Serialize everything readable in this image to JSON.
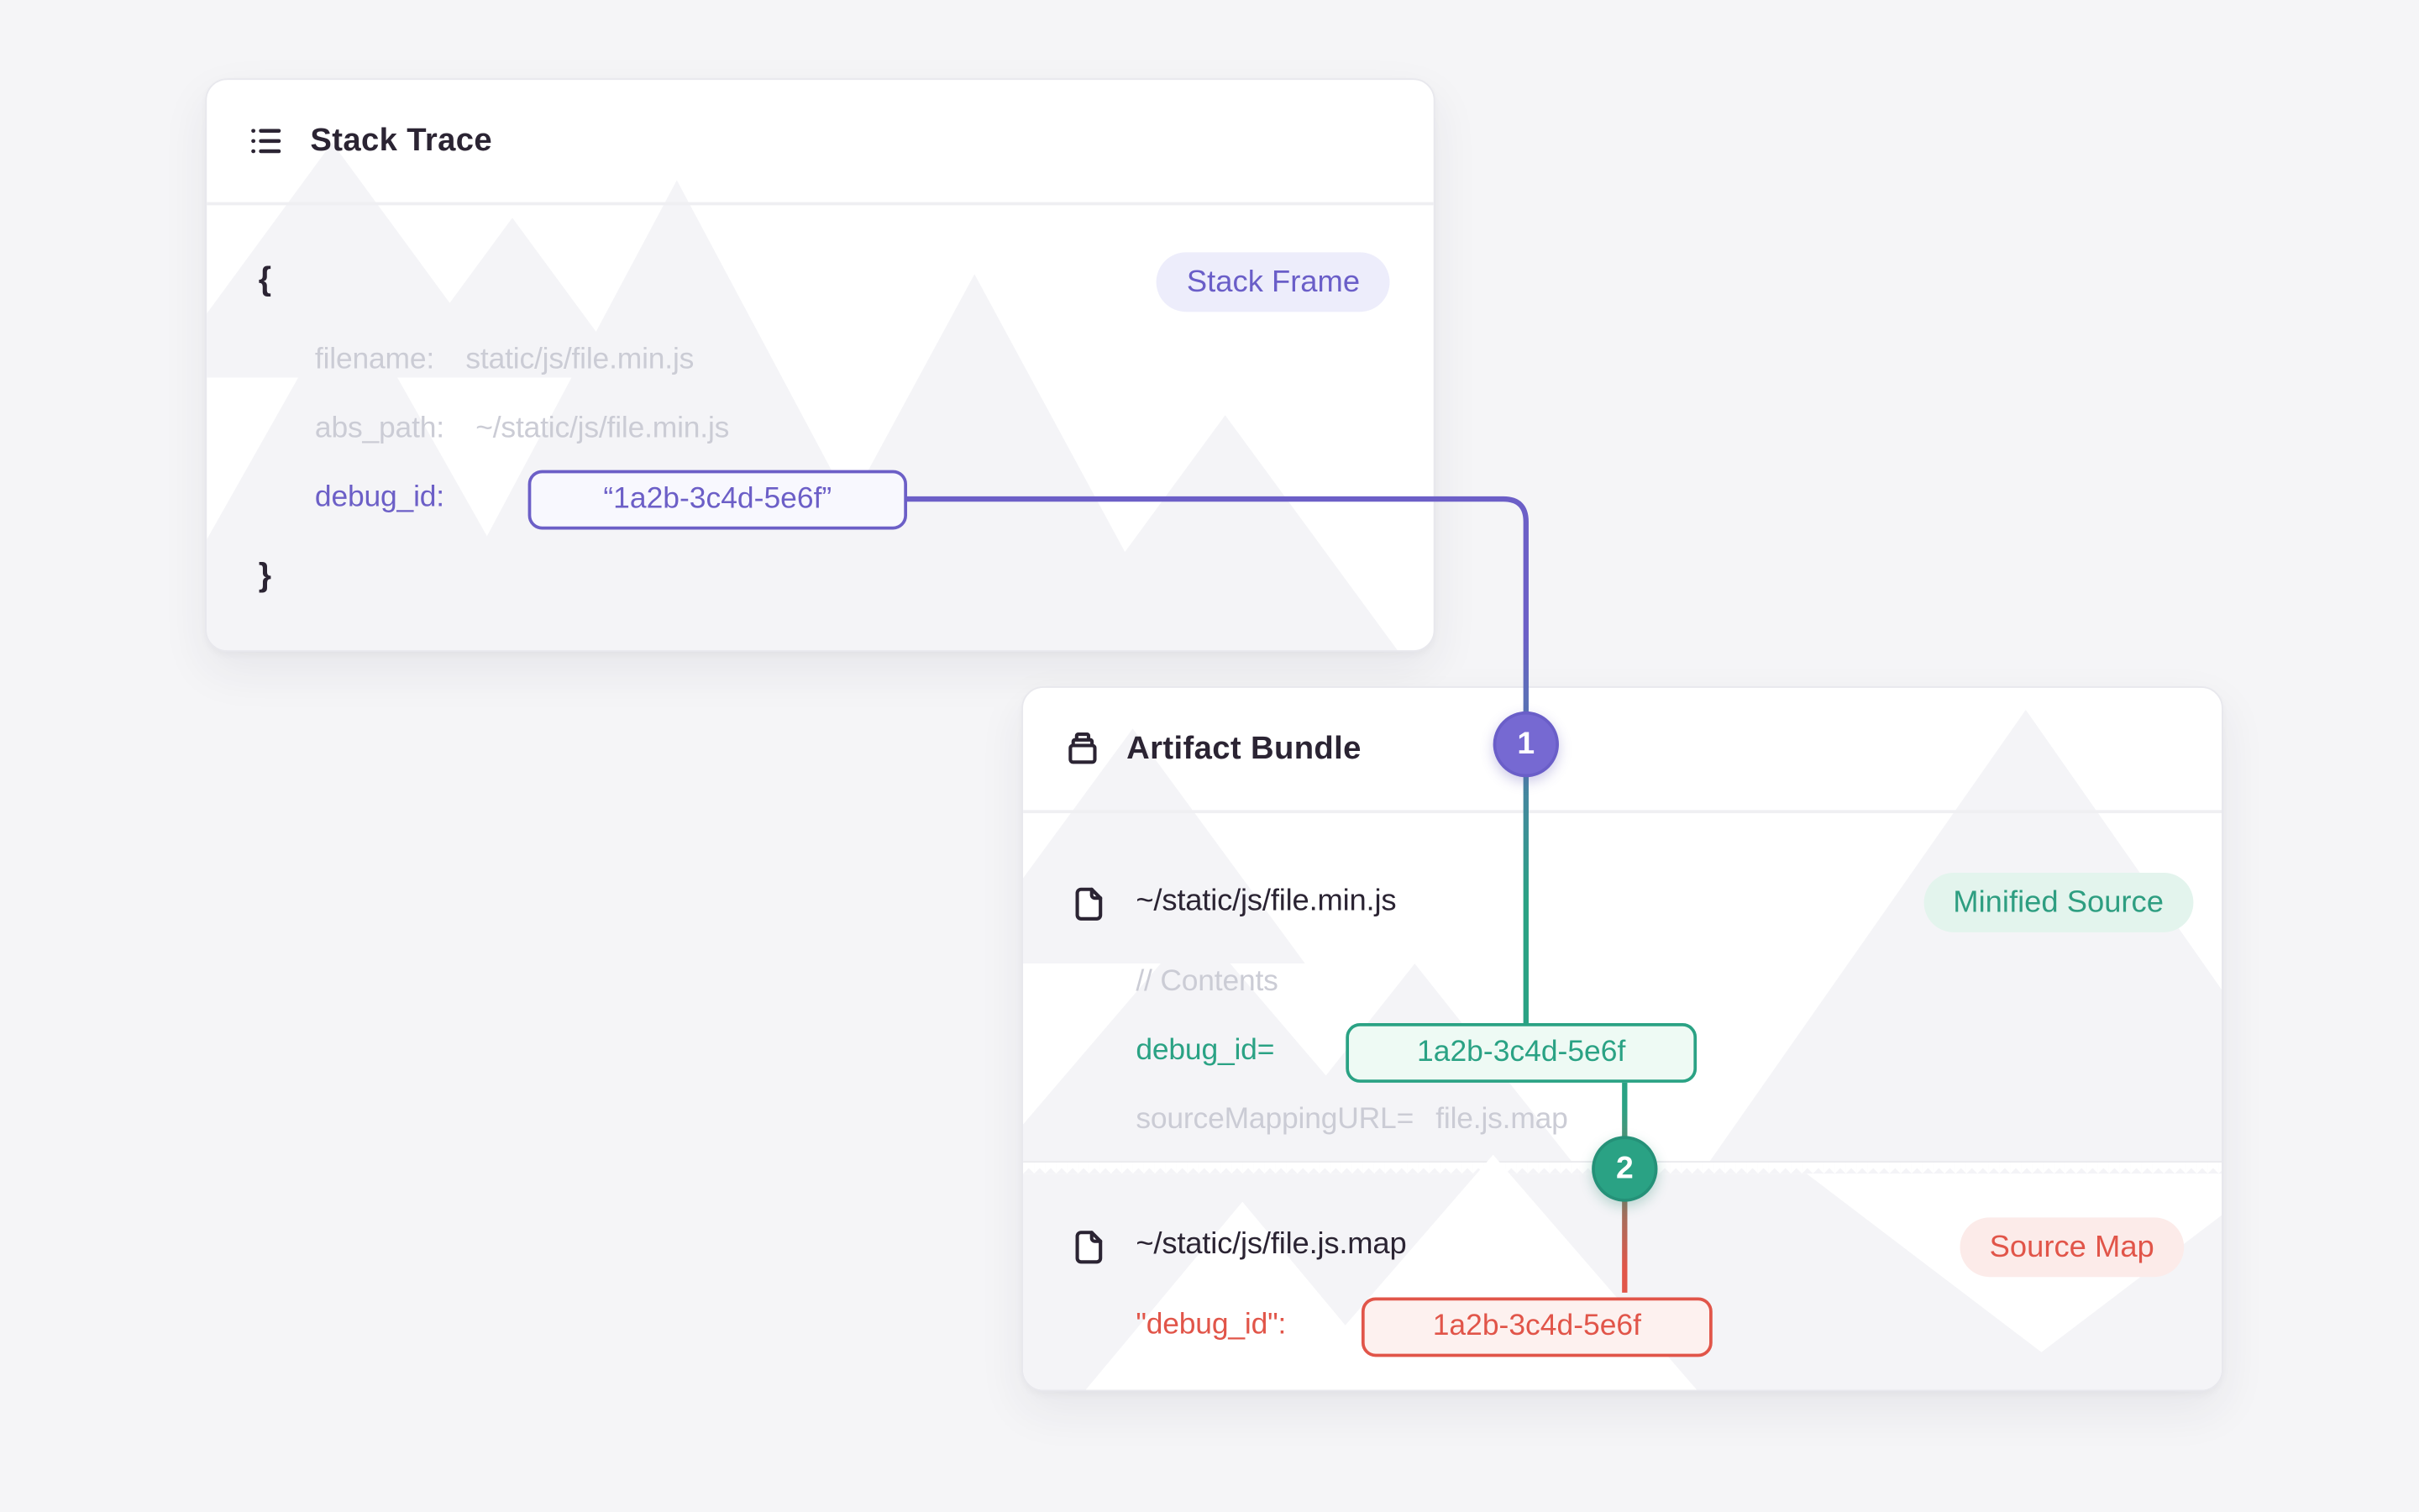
{
  "colors": {
    "canvas_bg": "#f5f5f7",
    "ink": "#2b2433",
    "muted_text": "#cbccd5",
    "purple": "#6c5fc7",
    "green": "#2aa284",
    "red": "#e15549",
    "pill_purple_bg": "#ededfb",
    "pill_mint_bg": "#e3f4ed",
    "pill_pink_bg": "#fcebe9"
  },
  "icons": {
    "stack_trace": "list-icon",
    "artifact_bundle": "archive-stack-icon",
    "file": "file-icon"
  },
  "stack_trace_card": {
    "title": "Stack Trace",
    "frame_badge": "Stack Frame",
    "open_brace": "{",
    "close_brace": "}",
    "filename_label": "filename:",
    "filename_value": "static/js/file.min.js",
    "abs_path_label": "abs_path:",
    "abs_path_value": "~/static/js/file.min.js",
    "debug_id_label": "debug_id:",
    "debug_id_value": "“1a2b-3c4d-5e6f”"
  },
  "artifact_bundle_card": {
    "title": "Artifact Bundle",
    "minified_source": {
      "filename": "~/static/js/file.min.js",
      "badge": "Minified Source",
      "comment": "// Contents",
      "debug_id_label": "debug_id=",
      "debug_id_value": "1a2b-3c4d-5e6f",
      "source_mapping_label": "sourceMappingURL=",
      "source_mapping_value": "file.js.map"
    },
    "source_map": {
      "filename": "~/static/js/file.js.map",
      "badge": "Source Map",
      "debug_id_label": "\"debug_id\":",
      "debug_id_value": "1a2b-3c4d-5e6f"
    }
  },
  "connectors": {
    "step1": "1",
    "step2": "2"
  }
}
